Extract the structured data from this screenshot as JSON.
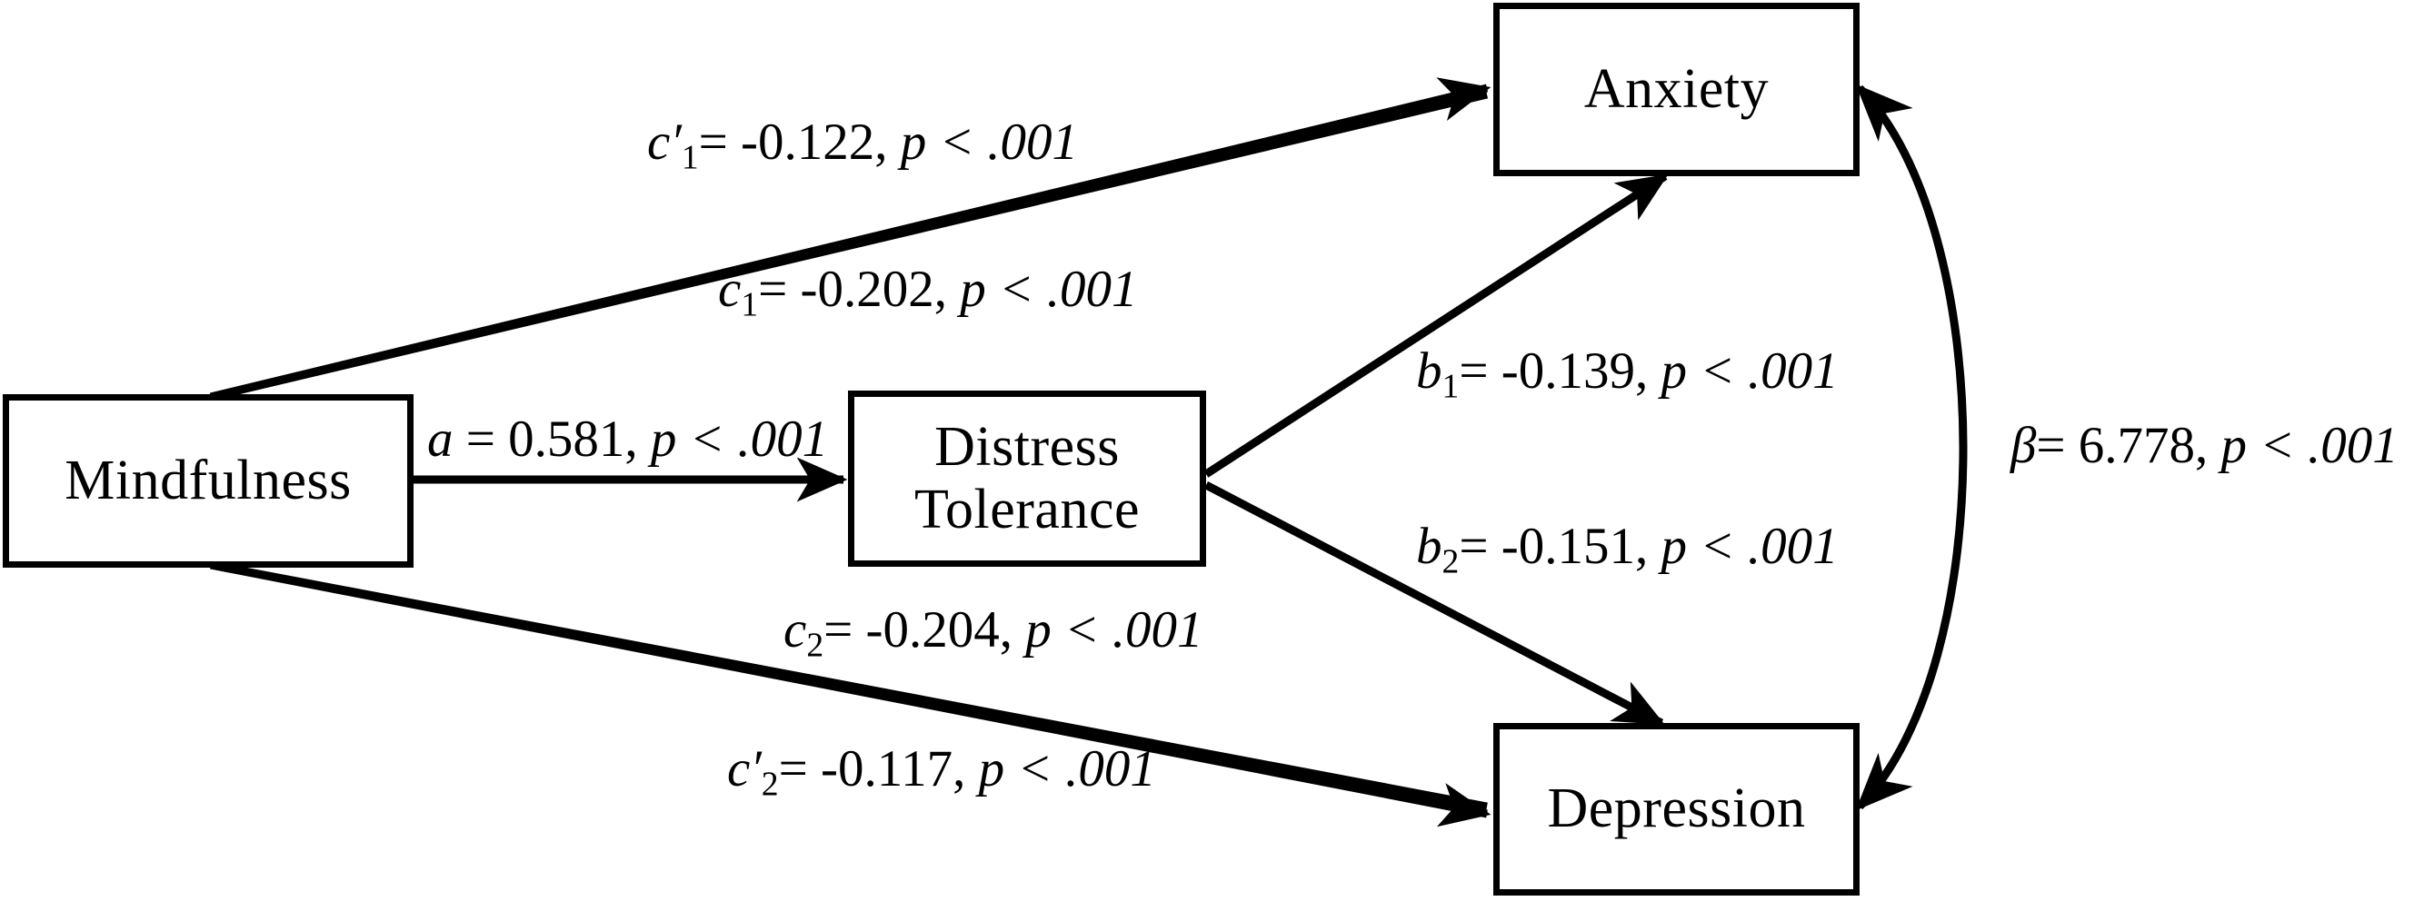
{
  "figure": {
    "type": "mediation-path-diagram",
    "background_color": "#ffffff",
    "line_color": "#000000"
  },
  "nodes": {
    "mindfulness": {
      "label": "Mindfulness"
    },
    "distress_tolerance": {
      "label": "Distress\nTolerance"
    },
    "anxiety": {
      "label": "Anxiety"
    },
    "depression": {
      "label": "Depression"
    }
  },
  "paths": {
    "c_prime_1": {
      "coef_symbol": "c",
      "prime": "′",
      "subscript": "1",
      "equals": "= -0.122,",
      "p_value": "p < .001",
      "from": "mindfulness",
      "to": "anxiety",
      "estimate": -0.122
    },
    "c_1": {
      "coef_symbol": "c",
      "subscript": "1",
      "equals": "= -0.202,",
      "p_value": "p < .001",
      "from": "mindfulness",
      "to": "anxiety",
      "estimate": -0.202
    },
    "a": {
      "coef_symbol": "a",
      "equals": "= 0.581,",
      "p_value": "p < .001",
      "from": "mindfulness",
      "to": "distress_tolerance",
      "estimate": 0.581
    },
    "b_1": {
      "coef_symbol": "b",
      "subscript": "1",
      "equals": "= -0.139,",
      "p_value": "p < .001",
      "from": "distress_tolerance",
      "to": "anxiety",
      "estimate": -0.139
    },
    "b_2": {
      "coef_symbol": "b",
      "subscript": "2",
      "equals": "= -0.151,",
      "p_value": "p < .001",
      "from": "distress_tolerance",
      "to": "depression",
      "estimate": -0.151
    },
    "c_2": {
      "coef_symbol": "c",
      "subscript": "2",
      "equals": "= -0.204,",
      "p_value": "p < .001",
      "from": "mindfulness",
      "to": "depression",
      "estimate": -0.204
    },
    "c_prime_2": {
      "coef_symbol": "c",
      "prime": "′",
      "subscript": "2",
      "equals": "= -0.117,",
      "p_value": "p < .001",
      "from": "mindfulness",
      "to": "depression",
      "estimate": -0.117
    },
    "beta": {
      "coef_symbol": "β",
      "equals": "= 6.778,",
      "p_value": "p < .001",
      "from": "anxiety",
      "to": "depression",
      "estimate": 6.778,
      "bidirectional": true
    }
  }
}
